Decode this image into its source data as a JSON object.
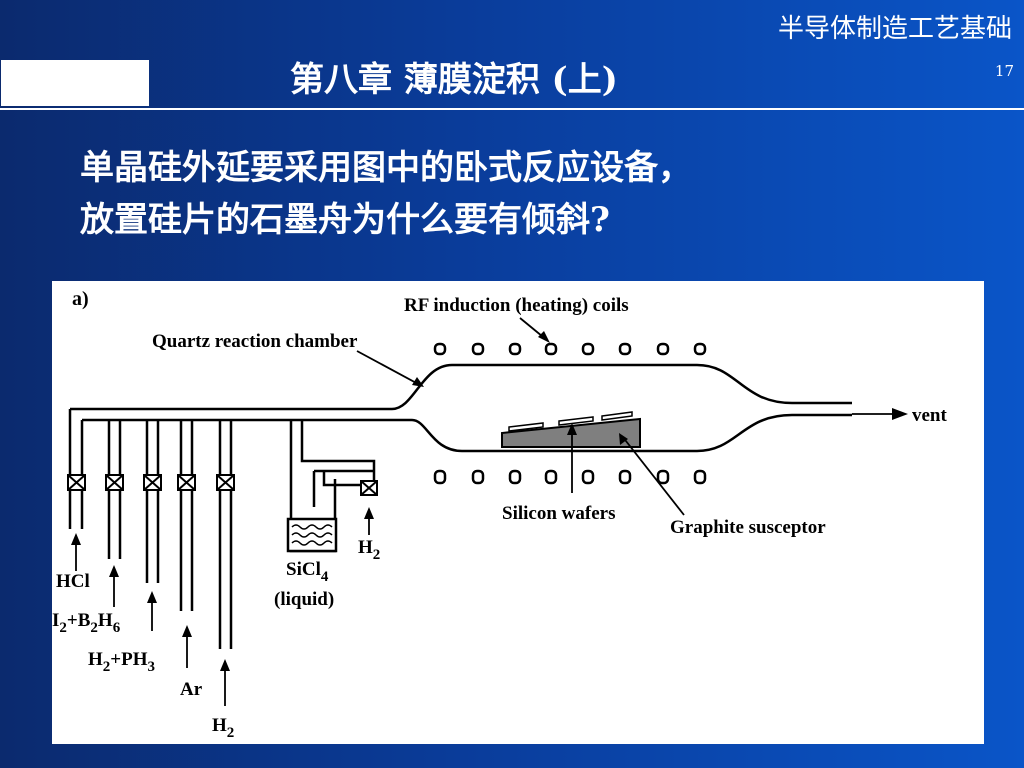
{
  "header": {
    "course_title": "半导体制造工艺基础",
    "chapter_title": "第八章 薄膜淀积 (上)",
    "page_number": "17"
  },
  "question": {
    "line1": "单晶硅外延要采用图中的卧式反应设备，",
    "line2": "放置硅片的石墨舟为什么要有倾斜?"
  },
  "diagram": {
    "panel_label": "a)",
    "rf_coils": "RF induction (heating) coils",
    "chamber": "Quartz reaction chamber",
    "vent": "vent",
    "silicon_wafers": "Silicon wafers",
    "graphite_susceptor": "Graphite susceptor",
    "hcl": "HCl",
    "h2b2h6_a": "I",
    "h2b2h6_b": "2",
    "h2b2h6_c": "+B",
    "h2b2h6_d": "2",
    "h2b2h6_e": "H",
    "h2b2h6_f": "6",
    "h2ph3_a": "H",
    "h2ph3_b": "2",
    "h2ph3_c": "+PH",
    "h2ph3_d": "3",
    "ar": "Ar",
    "h2_main_a": "H",
    "h2_main_b": "2",
    "h2_side_a": "H",
    "h2_side_b": "2",
    "sicl4_a": "SiCl",
    "sicl4_b": "4",
    "liquid": "(liquid)"
  }
}
